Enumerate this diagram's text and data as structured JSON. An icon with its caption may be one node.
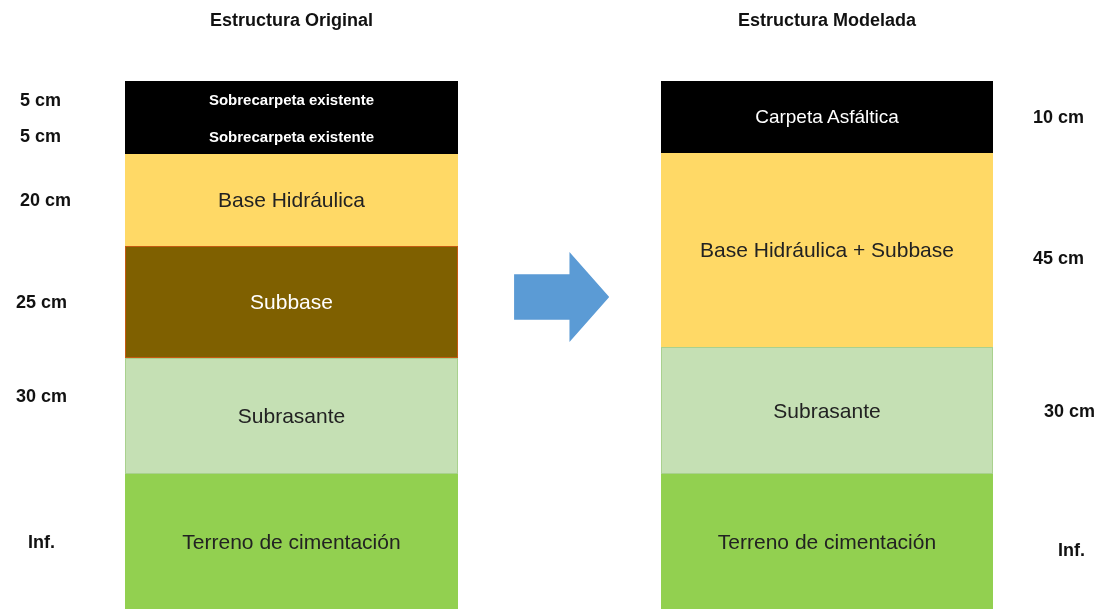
{
  "diagram": {
    "nodes": [
      {
        "text": [
          "Estructura Original"
        ]
      },
      {
        "text": [
          "Sobrecarpeta existente"
        ],
        "in": 0,
        "beside": [
          "5 cm"
        ]
      },
      {
        "text": [
          "Sobrecarpeta existente"
        ],
        "in": 0,
        "beside": [
          "5 cm"
        ]
      },
      {
        "text": [
          "Base Hidráulica"
        ],
        "in": 0,
        "beside": [
          "20 cm"
        ]
      },
      {
        "text": [
          "Subbase"
        ],
        "in": 0,
        "beside": [
          "25 cm"
        ]
      },
      {
        "text": [
          "Subrasante"
        ],
        "in": 0,
        "beside": [
          "30 cm"
        ]
      },
      {
        "text": [
          "Terreno de cimentación"
        ],
        "in": 0,
        "beside": [
          "Inf."
        ]
      },
      {
        "text": [
          "Estructura Modelada"
        ]
      },
      {
        "text": [
          "Carpeta Asfáltica"
        ],
        "in": 7,
        "beside": [
          "10 cm"
        ]
      },
      {
        "text": [
          "Base Hidráulica + Subbase"
        ],
        "in": 7,
        "beside": [
          "45 cm"
        ]
      },
      {
        "text": [
          "Subrasante"
        ],
        "in": 7,
        "beside": [
          "30 cm"
        ]
      },
      {
        "text": [
          "Terreno de cimentación"
        ],
        "in": 7,
        "beside": [
          "Inf."
        ]
      }
    ],
    "edges": [
      {
        "from": 0,
        "to": 7,
        "arrow": "to",
        "style": "thick",
        "color": "#5b9bd5"
      }
    ]
  }
}
